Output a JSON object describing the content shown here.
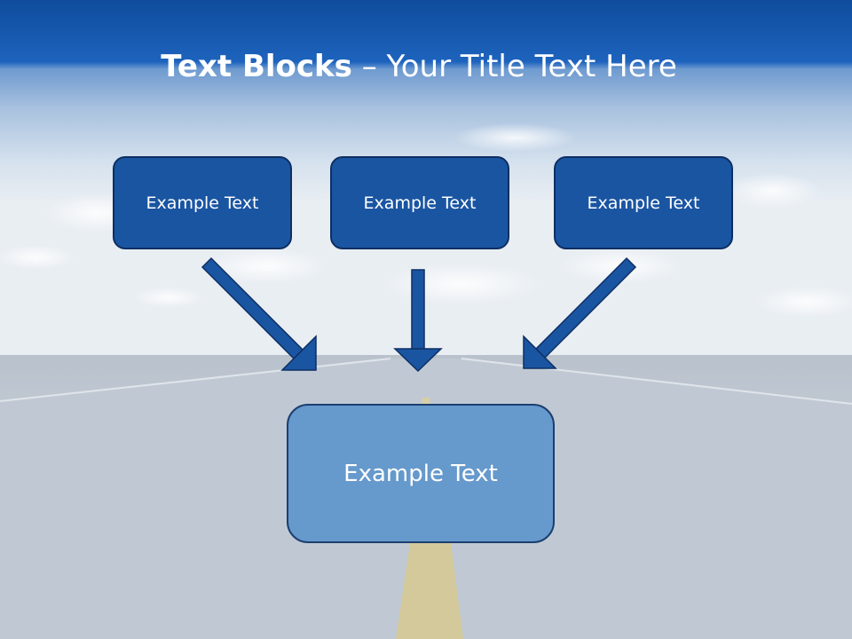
{
  "title": {
    "bold": "Text Blocks",
    "rest": " – Your Title Text Here"
  },
  "blocks": {
    "top": [
      "Example Text",
      "Example Text",
      "Example Text"
    ],
    "center": "Example Text"
  },
  "colors": {
    "top_box_fill": "#1a55a2",
    "center_box_fill": "#6699cc",
    "arrow": "#1a55a2",
    "title_band": "#1558b0"
  }
}
